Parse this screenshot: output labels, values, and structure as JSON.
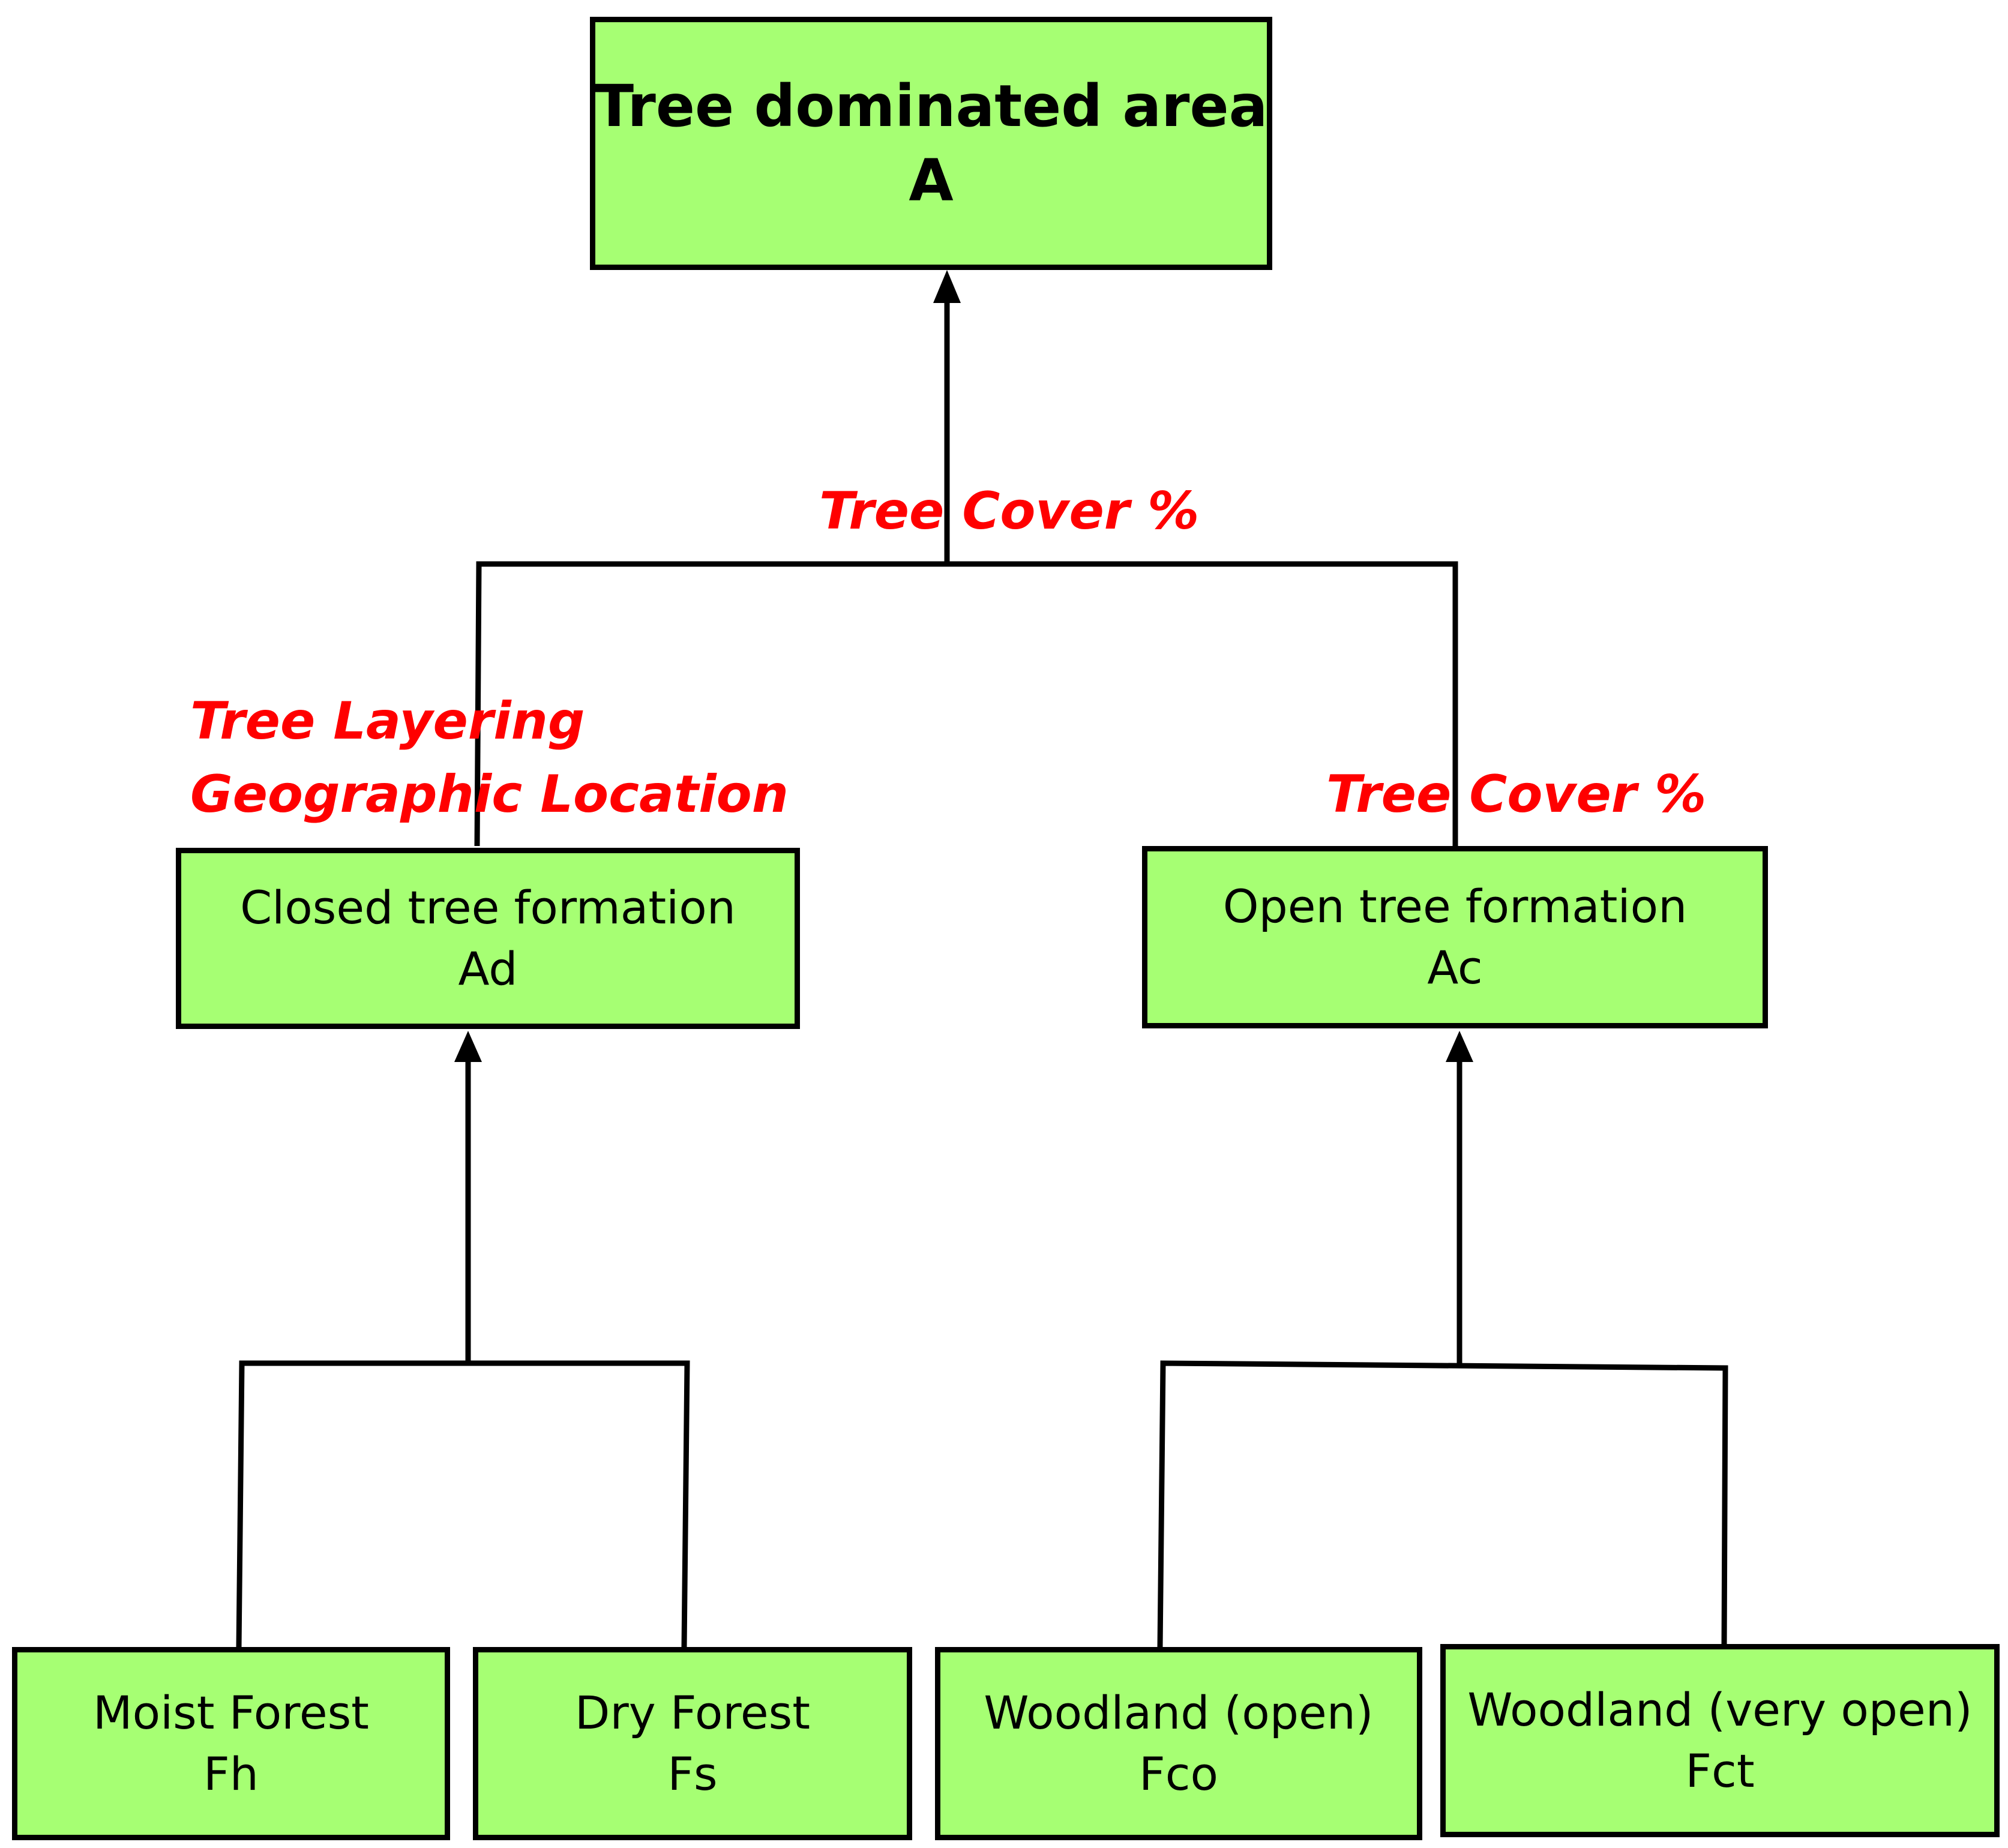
{
  "colors": {
    "box_fill": "#a6ff73",
    "border": "#000000",
    "criterion_text": "#ff0000"
  },
  "root": {
    "title": "Tree dominated area",
    "code": "A"
  },
  "criteria": {
    "top": "Tree Cover %",
    "left_line1": "Tree Layering",
    "left_line2": "Geographic Location",
    "right": "Tree Cover %"
  },
  "mid": [
    {
      "title": "Closed tree formation",
      "code": "Ad"
    },
    {
      "title": "Open tree formation",
      "code": "Ac"
    }
  ],
  "leaves": [
    {
      "title": "Moist Forest",
      "code": "Fh"
    },
    {
      "title": "Dry Forest",
      "code": "Fs"
    },
    {
      "title": "Woodland (open)",
      "code": "Fco"
    },
    {
      "title": "Woodland (very open)",
      "code": "Fct"
    }
  ]
}
